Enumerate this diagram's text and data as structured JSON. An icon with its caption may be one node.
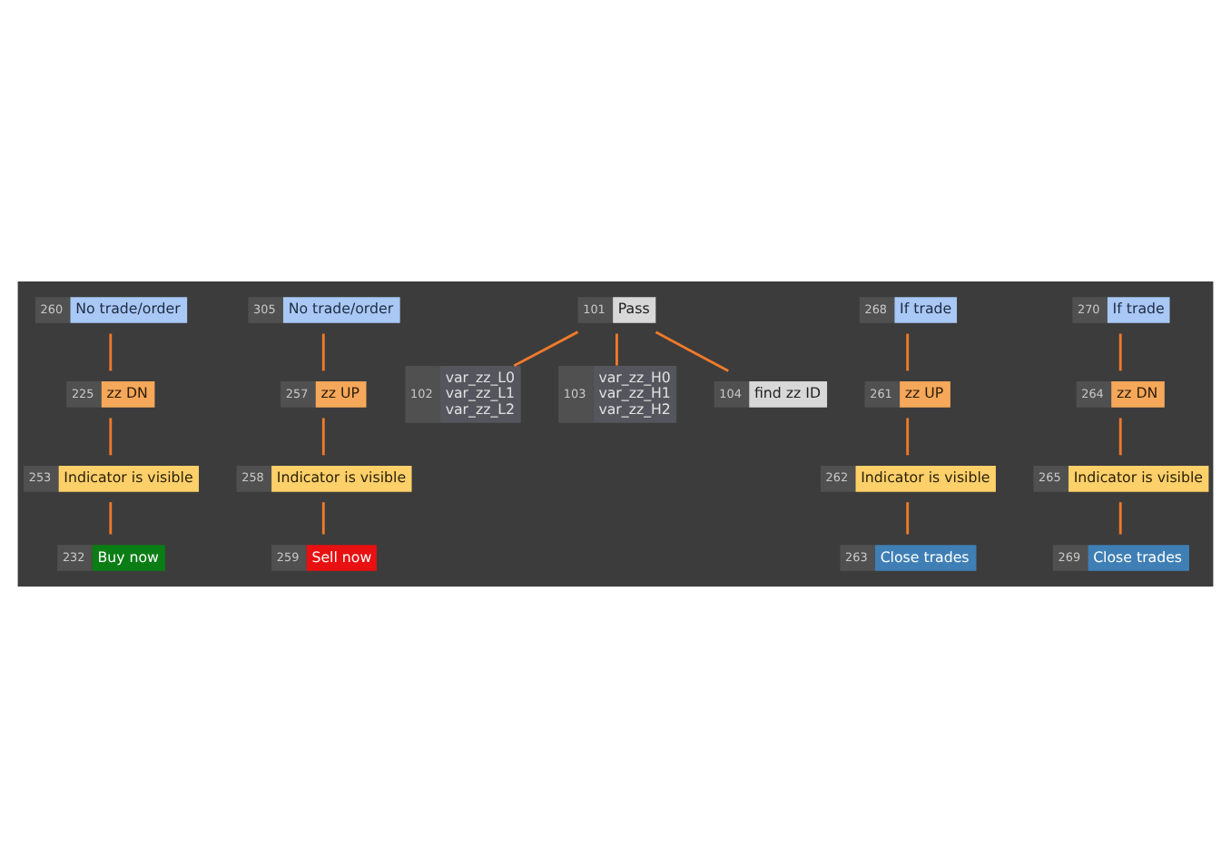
{
  "diagram": {
    "nodes": [
      {
        "text": [
          "260",
          "No trade/order"
        ]
      },
      {
        "text": [
          "305",
          "No trade/order"
        ]
      },
      {
        "text": [
          "101",
          "Pass"
        ]
      },
      {
        "text": [
          "225",
          "zz DN"
        ]
      },
      {
        "text": [
          "257",
          "zz UP"
        ]
      },
      {
        "text": [
          "102",
          "var_zz_L0",
          "var_zz_L1",
          "var_zz_L2"
        ]
      },
      {
        "text": [
          "103",
          "var_zz_H0",
          "var_zz_H1",
          "var_zz_H2"
        ]
      },
      {
        "text": [
          "253",
          "Indicator is visible"
        ]
      },
      {
        "text": [
          "258",
          "Indicator is visible"
        ]
      },
      {
        "text": [
          "104",
          "find zz ID"
        ]
      },
      {
        "text": [
          "232",
          "Buy now"
        ]
      },
      {
        "text": [
          "259",
          "Sell now"
        ]
      },
      {
        "text": [
          "268",
          "If trade"
        ]
      },
      {
        "text": [
          "270",
          "If trade"
        ]
      },
      {
        "text": [
          "261",
          "zz UP"
        ]
      },
      {
        "text": [
          "264",
          "zz DN"
        ]
      },
      {
        "text": [
          "262",
          "Indicator is visible"
        ]
      },
      {
        "text": [
          "265",
          "Indicator is visible"
        ]
      },
      {
        "text": [
          "263",
          "Close trades"
        ]
      },
      {
        "text": [
          "269",
          "Close trades"
        ]
      }
    ],
    "edges": [
      {
        "from": 0,
        "to": 3,
        "arrow": "none"
      },
      {
        "from": 3,
        "to": 7,
        "arrow": "none"
      },
      {
        "from": 7,
        "to": 10,
        "arrow": "none"
      },
      {
        "from": 1,
        "to": 4,
        "arrow": "none"
      },
      {
        "from": 4,
        "to": 8,
        "arrow": "none"
      },
      {
        "from": 8,
        "to": 11,
        "arrow": "none"
      },
      {
        "from": 2,
        "to": 5,
        "arrow": "none"
      },
      {
        "from": 2,
        "to": 6,
        "arrow": "none"
      },
      {
        "from": 2,
        "to": 9,
        "arrow": "none"
      },
      {
        "from": 12,
        "to": 14,
        "arrow": "none"
      },
      {
        "from": 14,
        "to": 16,
        "arrow": "none"
      },
      {
        "from": 16,
        "to": 18,
        "arrow": "none"
      },
      {
        "from": 13,
        "to": 15,
        "arrow": "none"
      },
      {
        "from": 15,
        "to": 17,
        "arrow": "none"
      },
      {
        "from": 17,
        "to": 19,
        "arrow": "none"
      }
    ]
  }
}
